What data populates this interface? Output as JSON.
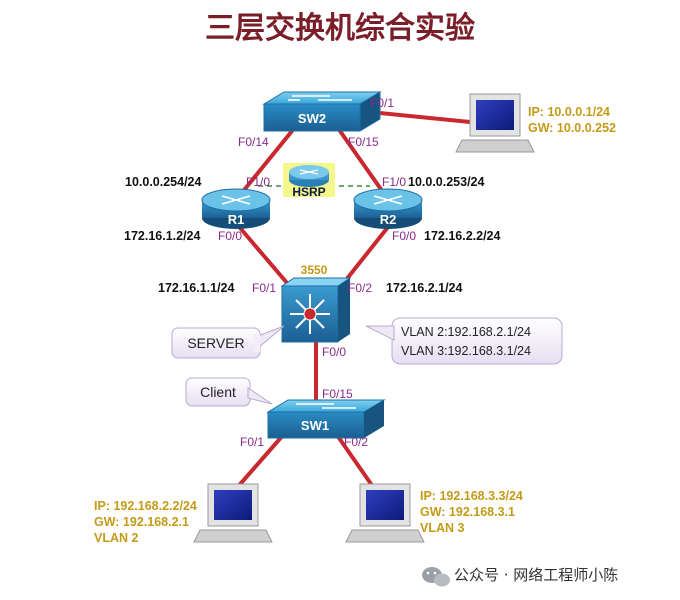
{
  "title": "三层交换机综合实验",
  "devices": {
    "sw2": "SW2",
    "r1": "R1",
    "r2": "R2",
    "hsrp": "HSRP",
    "l3": "3550",
    "sw1": "SW1"
  },
  "ports": {
    "sw2_f01": "F0/1",
    "sw2_f014": "F0/14",
    "sw2_f015": "F0/15",
    "r1_f10": "F1/0",
    "r2_f10": "F1/0",
    "r1_f00": "F0/0",
    "r2_f00": "F0/0",
    "l3_f01": "F0/1",
    "l3_f02": "F0/2",
    "l3_f00": "F0/0",
    "sw1_f015": "F0/15",
    "sw1_f01": "F0/1",
    "sw1_f02": "F0/2"
  },
  "addresses": {
    "r1_f10": "10.0.0.254/24",
    "r2_f10": "10.0.0.253/24",
    "r1_f00": "172.16.1.2/24",
    "r2_f00": "172.16.2.2/24",
    "l3_f01": "172.16.1.1/24",
    "l3_f02": "172.16.2.1/24"
  },
  "callouts": {
    "server": "SERVER",
    "client": "Client",
    "vlan2": "VLAN 2:192.168.2.1/24",
    "vlan3": "VLAN 3:192.168.3.1/24"
  },
  "pcs": {
    "top_ip": "IP: 10.0.0.1/24",
    "top_gw": "GW: 10.0.0.252",
    "left_ip": "IP: 192.168.2.2/24",
    "left_gw": "GW: 192.168.2.1",
    "left_vlan": "VLAN 2",
    "right_ip": "IP: 192.168.3.3/24",
    "right_gw": "GW: 192.168.3.1",
    "right_vlan": "VLAN 3"
  },
  "watermark": "公众号 · 网络工程师小陈",
  "colors": {
    "link": "#c8282e",
    "device": "#2e86bf",
    "port": "#8a2a8a",
    "pc_info": "#c49a18",
    "title": "#7a1f2a"
  }
}
